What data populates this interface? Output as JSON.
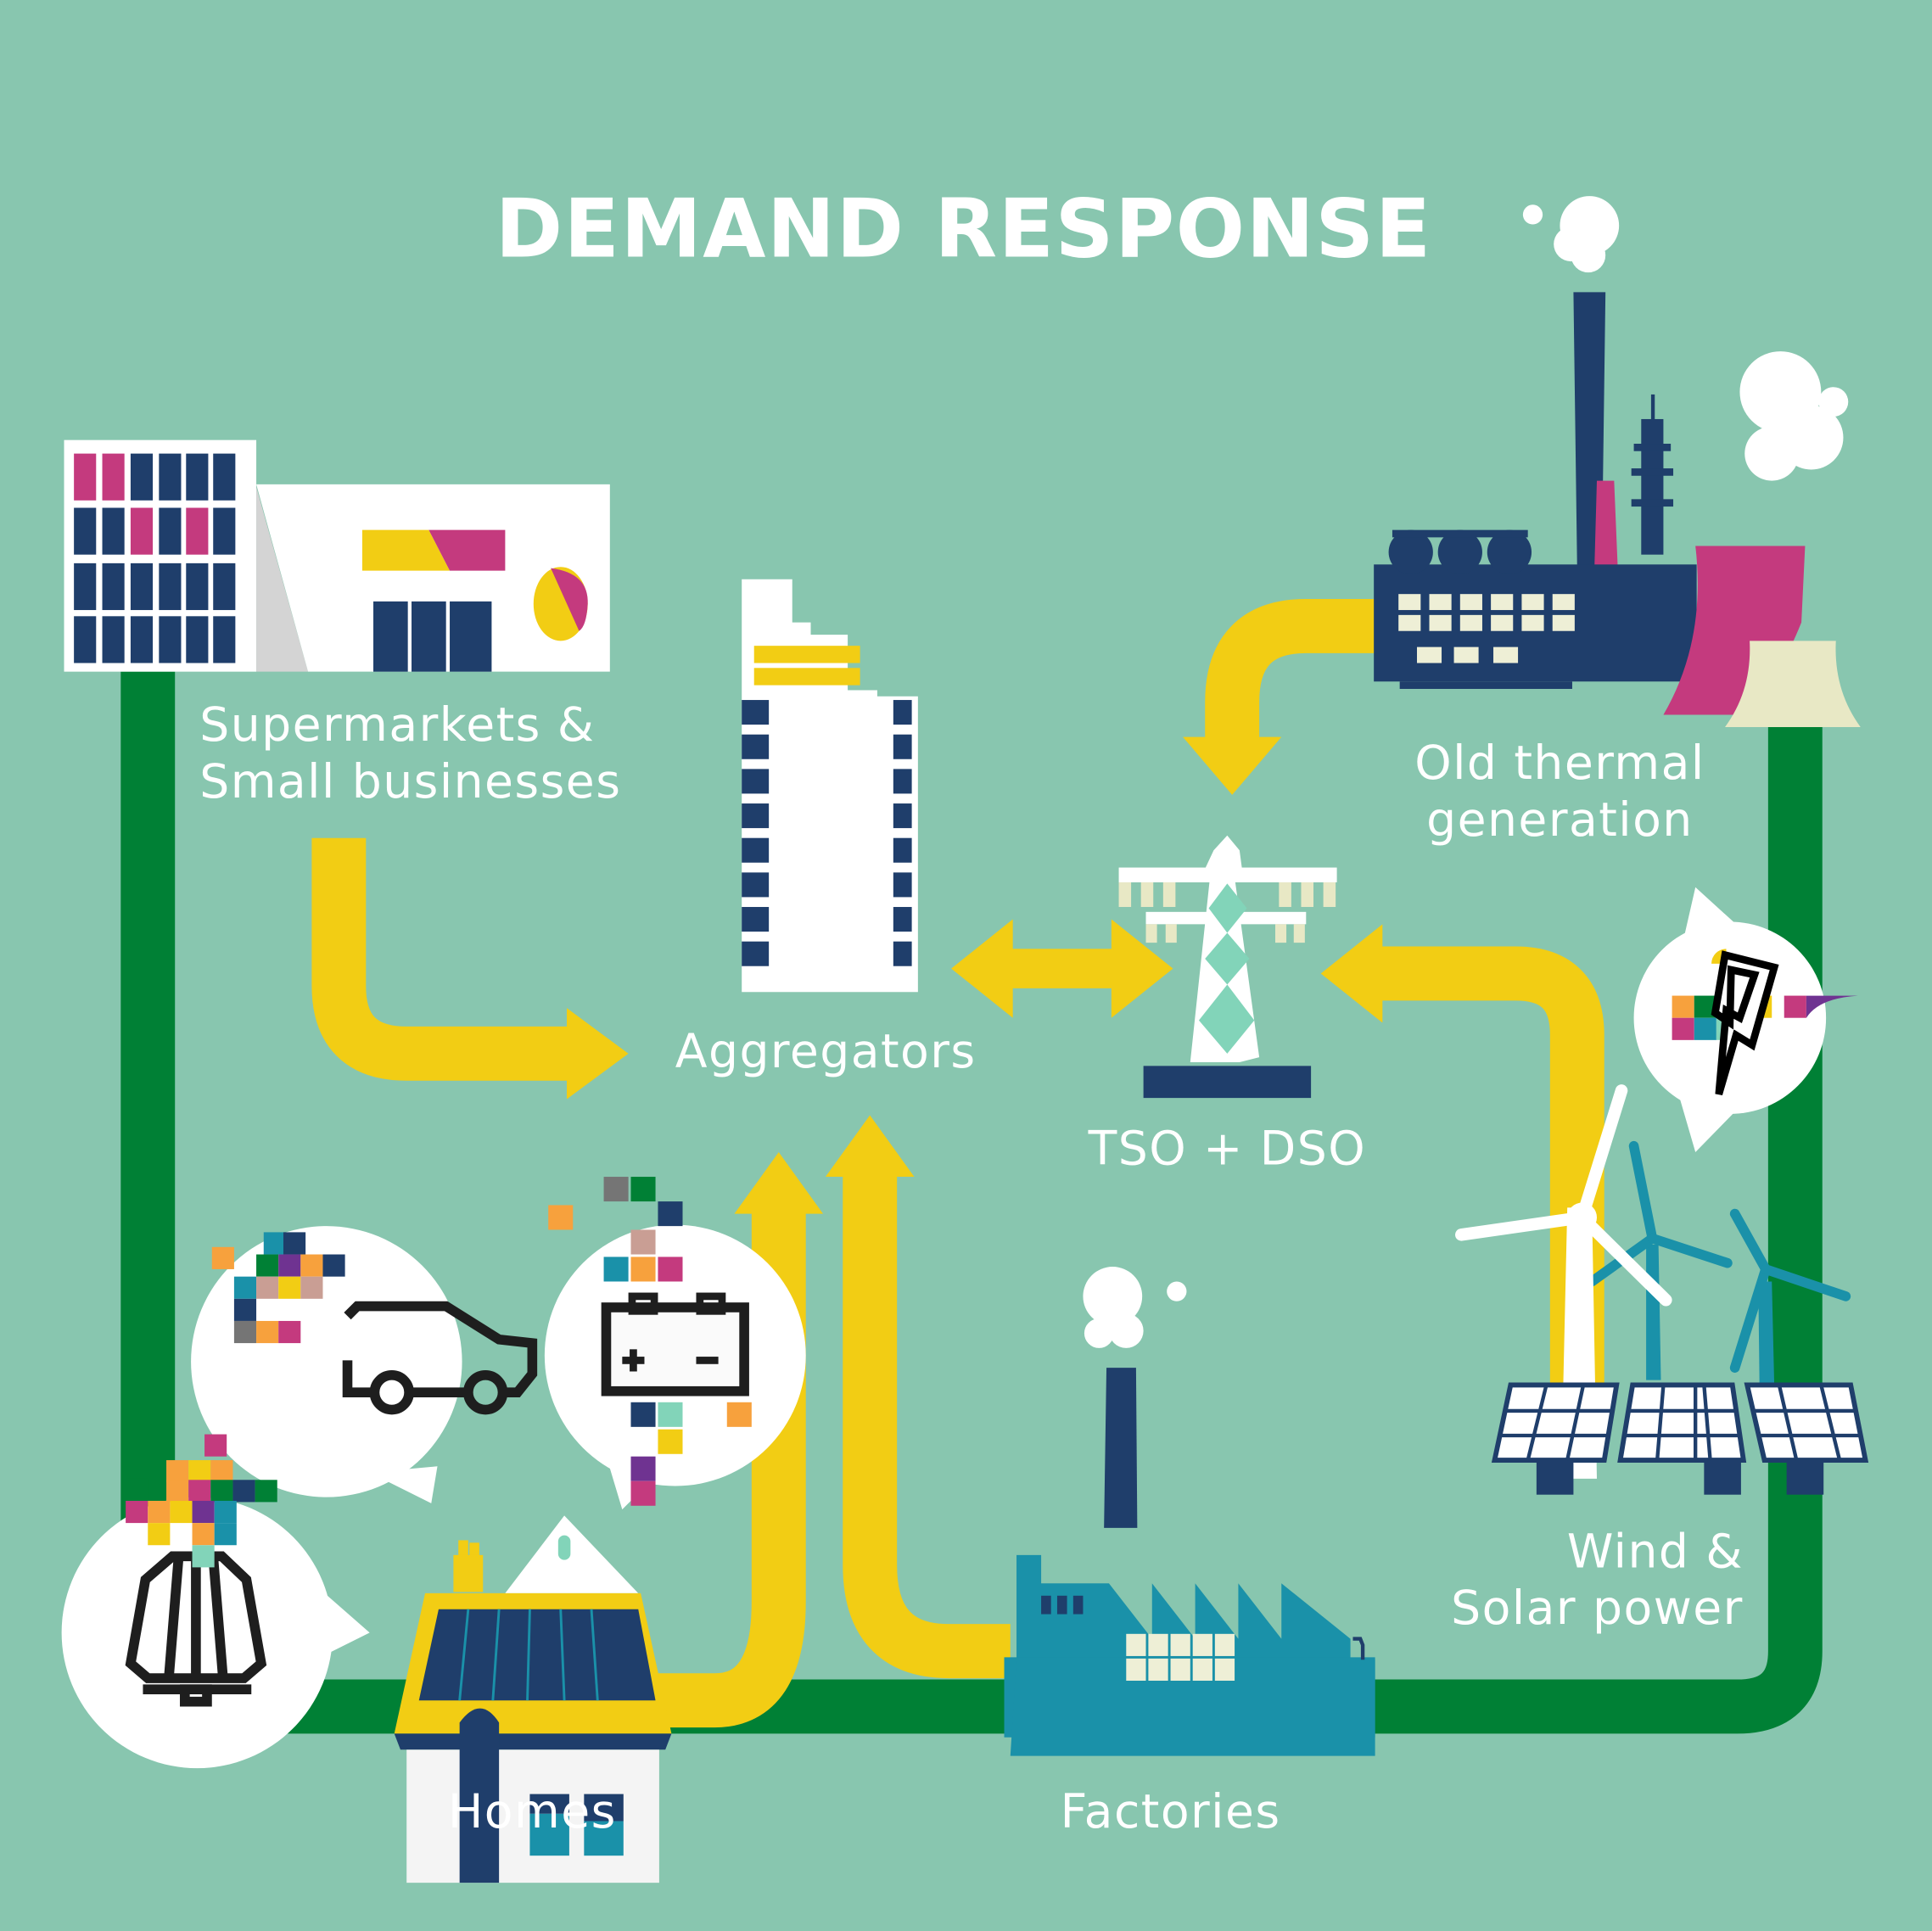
{
  "title": "DEMAND RESPONSE",
  "labels": {
    "supermarkets": [
      "Supermarkets &",
      "Small businesses"
    ],
    "aggregators": "Aggregators",
    "tso_dso": "TSO + DSO",
    "thermal": [
      "Old thermal",
      "generation"
    ],
    "renewables": [
      "Wind &",
      "Solar power"
    ],
    "homes": "Homes",
    "factories": "Factories"
  },
  "icons": {
    "car": "electric-car-icon",
    "battery": "battery-icon",
    "heater": "heat-pump-icon",
    "lightning": "lightning-bolt-icon"
  },
  "colors": {
    "background": "#88C6AF",
    "grid_loop": "#008035",
    "flow_arrows": "#F2CD14",
    "navy": "#1F3E6B",
    "magenta": "#C43A7E",
    "teal": "#1A91A9",
    "cream": "#E8E8C5",
    "mint": "#82D4B9"
  }
}
